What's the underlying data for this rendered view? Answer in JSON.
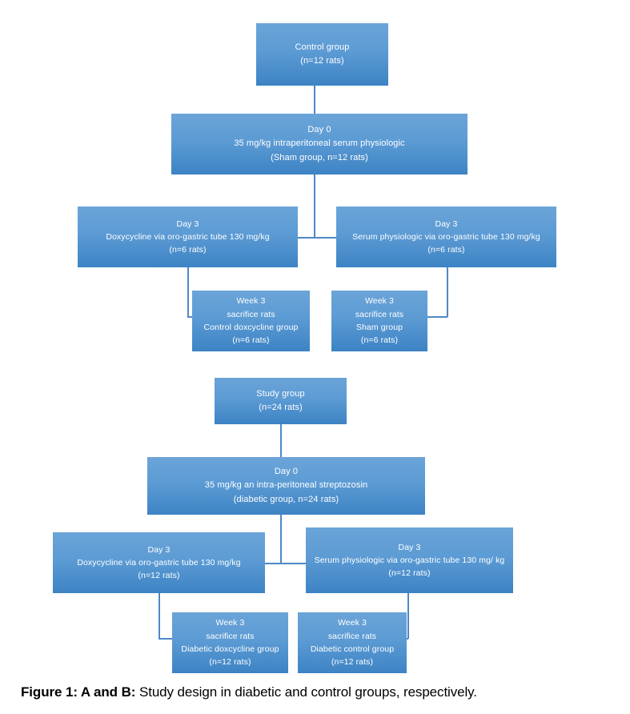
{
  "figure": {
    "caption_bold": "Figure 1:  A and B:",
    "caption_rest": " Study design in diabetic and control groups, respectively.",
    "accent_color": "#5B9BD5",
    "box_text_color": "#FFFFFF",
    "connector_color": "#4E88C7",
    "background_color": "#FFFFFF"
  },
  "panel_b_control": {
    "root": {
      "line1": "Control group",
      "line2": "(n=12 rats)"
    },
    "day0": {
      "line1": "Day 0",
      "line2": "35 mg/kg intraperitoneal serum physiologic",
      "line3": "(Sham group, n=12 rats)"
    },
    "day3_left": {
      "line1": "Day 3",
      "line2": "Doxycycline via oro-gastric tube 130 mg/kg",
      "line3": "(n=6 rats)"
    },
    "day3_right": {
      "line1": "Day 3",
      "line2": "Serum physiologic via oro-gastric tube 130 mg/kg",
      "line3": "(n=6 rats)"
    },
    "week3_left": {
      "line1": "Week 3",
      "line2": "sacrifice rats",
      "line3": "Control doxcycline group",
      "line4": "(n=6 rats)"
    },
    "week3_right": {
      "line1": "Week 3",
      "line2": "sacrifice rats",
      "line3": "Sham group",
      "line4": "(n=6 rats)"
    }
  },
  "panel_a_study": {
    "root": {
      "line1": "Study group",
      "line2": "(n=24 rats)"
    },
    "day0": {
      "line1": "Day 0",
      "line2": "35 mg/kg an intra-peritoneal streptozosin",
      "line3": "(diabetic group, n=24 rats)"
    },
    "day3_left": {
      "line1": "Day 3",
      "line2": "Doxycycline via oro-gastric tube 130 mg/kg",
      "line3": "(n=12 rats)"
    },
    "day3_right": {
      "line1": "Day 3",
      "line2": "Serum physiologic via oro-gastric tube 130 mg/ kg",
      "line3": "(n=12 rats)"
    },
    "week3_left": {
      "line1": "Week 3",
      "line2": "sacrifice rats",
      "line3": "Diabetic doxcycline group",
      "line4": "(n=12 rats)"
    },
    "week3_right": {
      "line1": "Week 3",
      "line2": "sacrifice rats",
      "line3": "Diabetic control group",
      "line4": "(n=12 rats)"
    }
  }
}
